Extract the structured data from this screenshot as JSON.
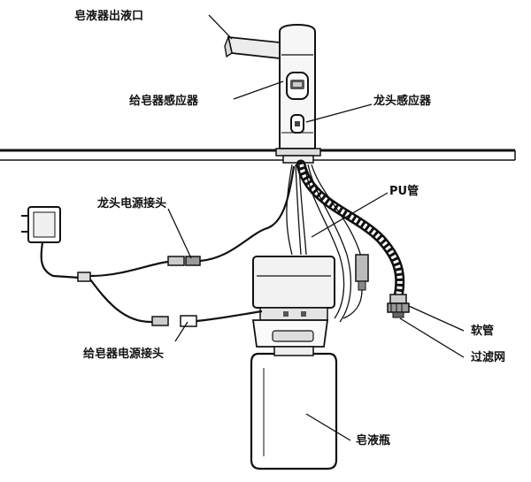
{
  "labels": {
    "soap_outlet": "皂液器出液口",
    "soap_sensor": "给皂器感应器",
    "faucet_sensor": "龙头感应器",
    "pu_tube": "PU管",
    "faucet_power_connector": "龙头电源接头",
    "soap_power_connector": "给皂器电源接头",
    "hose": "软管",
    "filter_mesh": "过滤网",
    "soap_bottle": "皂液瓶"
  }
}
